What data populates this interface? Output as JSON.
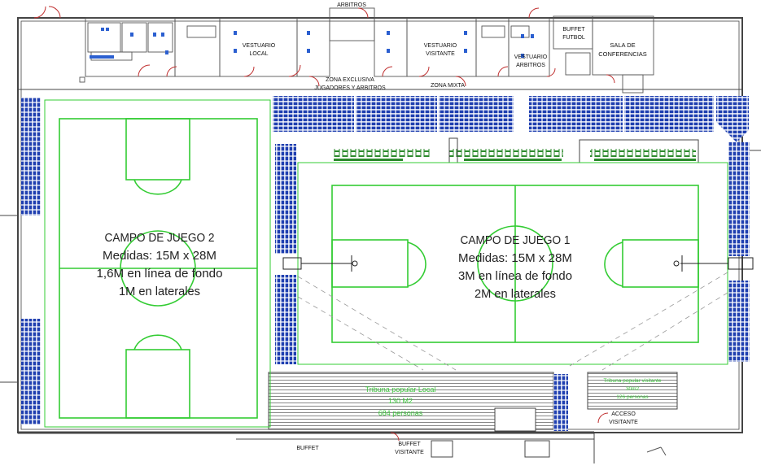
{
  "colors": {
    "walls": "#444444",
    "field_lines": "#33cc33",
    "seats": "#1f3fb0",
    "bench_green": "#2c8a2c"
  },
  "rooms": {
    "arbitros_top": "ARBITROS",
    "vestuario_local": [
      "VESTUARIO",
      "LOCAL"
    ],
    "vestuario_visitante": [
      "VESTUARIO",
      "VISITANTE"
    ],
    "vestuario_arbitros": [
      "VESTUARIO",
      "ARBITROS"
    ],
    "buffet_futbol": [
      "BUFFET",
      "FUTBOL"
    ],
    "sala_conferencias": [
      "SALA DE",
      "CONFERENCIAS"
    ],
    "zona_exclusiva": [
      "ZONA EXCLUSIVA",
      "JUGADORES Y ARBITROS"
    ],
    "zona_mixta": "ZONA MIXTA",
    "buffet_bottom": "BUFFET",
    "buffet_visitante": [
      "BUFFET",
      "VISITANTE"
    ],
    "acceso_visitante": [
      "ACCESO",
      "VISITANTE"
    ]
  },
  "field2": {
    "lines": [
      "CAMPO DE JUEGO 2",
      "Medidas: 15M x 28M",
      "1,6M en línea de fondo",
      "1M en laterales"
    ]
  },
  "field1": {
    "lines": [
      "CAMPO DE JUEGO  1",
      "Medidas: 15M x 28M",
      "3M en línea de fondo",
      "2M en laterales"
    ]
  },
  "tribuna_local": [
    "Tribuna popular Local",
    "130 M2",
    "684 personas"
  ],
  "tribuna_visitante": [
    "Tribuna popular visitante",
    "30m2",
    "126 personas"
  ]
}
